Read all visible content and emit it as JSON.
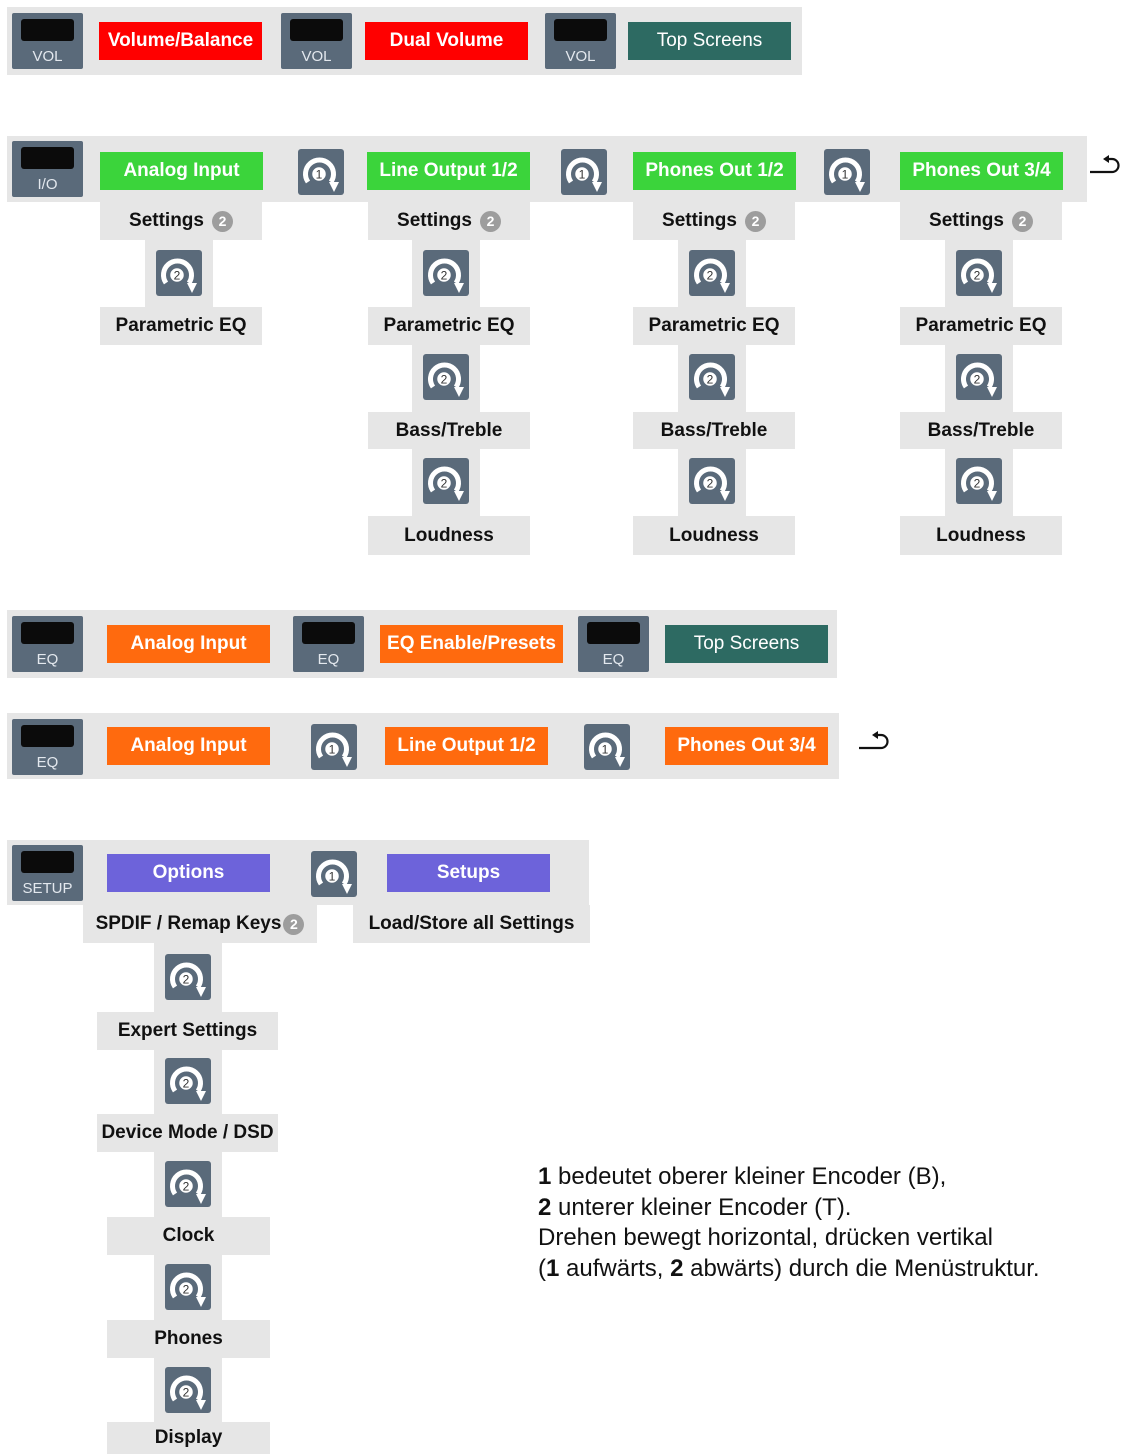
{
  "row_vol": {
    "key1": "VOL",
    "btn1": "Volume/Balance",
    "key2": "VOL",
    "btn2": "Dual Volume",
    "key3": "VOL",
    "btn3": "Top Screens"
  },
  "row_io": {
    "key": "I/O",
    "columns": [
      {
        "title": "Analog Input",
        "settings": "Settings",
        "items": [
          "Parametric EQ"
        ]
      },
      {
        "title": "Line Output 1/2",
        "settings": "Settings",
        "items": [
          "Parametric EQ",
          "Bass/Treble",
          "Loudness"
        ]
      },
      {
        "title": "Phones Out 1/2",
        "settings": "Settings",
        "items": [
          "Parametric EQ",
          "Bass/Treble",
          "Loudness"
        ]
      },
      {
        "title": "Phones Out 3/4",
        "settings": "Settings",
        "items": [
          "Parametric EQ",
          "Bass/Treble",
          "Loudness"
        ]
      }
    ],
    "settings_badge": "2"
  },
  "row_eq1": {
    "key1": "EQ",
    "btn1": "Analog Input",
    "key2": "EQ",
    "btn2": "EQ Enable/Presets",
    "key3": "EQ",
    "btn3": "Top Screens"
  },
  "row_eq2": {
    "key": "EQ",
    "btn1": "Analog Input",
    "btn2": "Line Output 1/2",
    "btn3": "Phones Out 3/4"
  },
  "row_setup": {
    "key": "SETUP",
    "btn1": "Options",
    "btn2": "Setups",
    "sub2": "Load/Store all Settings",
    "sub1": "SPDIF / Remap Keys",
    "sub1_badge": "2",
    "chain": [
      "Expert Settings",
      "Device Mode / DSD",
      "Clock",
      "Phones",
      "Display"
    ]
  },
  "encoder_labels": {
    "one": "1",
    "two": "2"
  },
  "legend": {
    "l1_num": "1",
    "l1_text": " bedeutet oberer kleiner Encoder (B),",
    "l2_num": "2",
    "l2_text": " unterer kleiner Encoder (T).",
    "l3_text": "Drehen bewegt horizontal, drücken vertikal",
    "l4_a": "(",
    "l4_num1": "1",
    "l4_b": " aufwärts, ",
    "l4_num2": "2",
    "l4_c": " abwärts) durch die Menüstruktur."
  },
  "colors": {
    "red": "#ff0000",
    "teal": "#2d6a62",
    "green": "#3bd43b",
    "orange": "#ff6a0e",
    "purple": "#6d63da",
    "gray_panel": "#e6e6e6",
    "key": "#5a6a7a"
  },
  "icons": [
    "encoder-1-icon",
    "encoder-2-icon",
    "return-arrow-icon"
  ]
}
